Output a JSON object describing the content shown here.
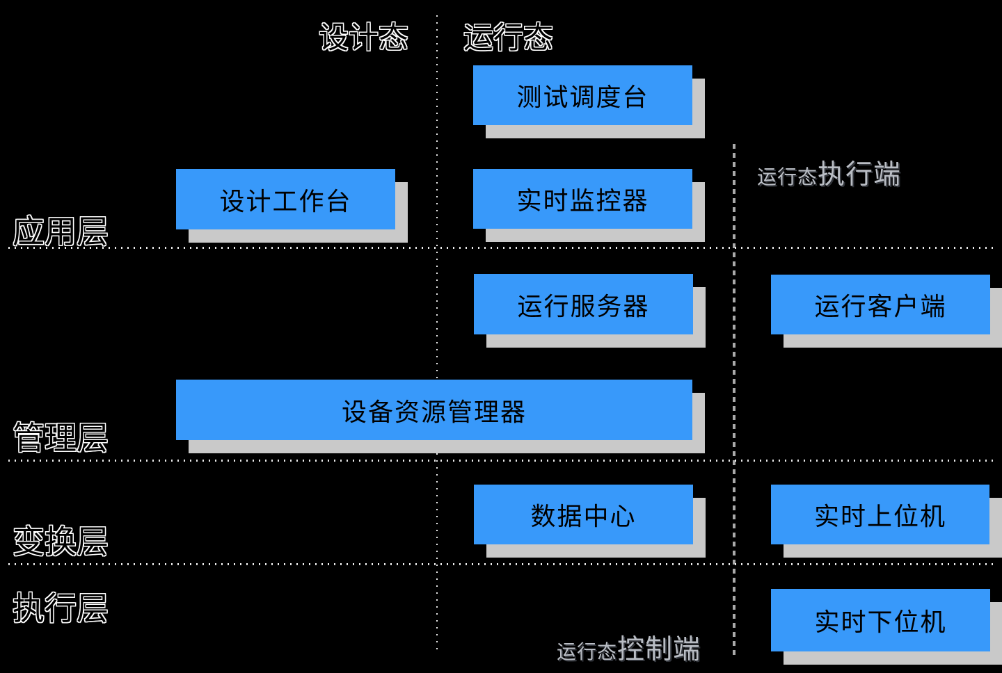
{
  "diagram": {
    "column_headers": {
      "design_mode": "设计态",
      "run_mode": "运行态"
    },
    "layers": [
      {
        "label": "应用层"
      },
      {
        "label": "管理层"
      },
      {
        "label": "变换层"
      },
      {
        "label": "执行层"
      }
    ],
    "boxes": {
      "test_dispatch_console": "测试调度台",
      "design_workbench": "设计工作台",
      "realtime_monitor": "实时监控器",
      "run_server": "运行服务器",
      "run_client": "运行客户端",
      "device_resource_manager": "设备资源管理器",
      "data_center": "数据中心",
      "realtime_upper_machine": "实时上位机",
      "realtime_lower_machine": "实时下位机"
    },
    "annotations": {
      "exec_side_prefix": "运行态",
      "exec_side_main": "执行端",
      "control_side_prefix": "运行态",
      "control_side_main": "控制端"
    },
    "colors": {
      "background": "#000000",
      "box_blue": "#3899FA",
      "box_shadow_gray": "#C9C9C9",
      "hollow_text_outline": "#FFFFFF",
      "gray_label_text": "#B9BDC4",
      "dashed_line_gray": "#AAAAAA",
      "dotted_line_white": "#FFFFFF"
    }
  }
}
